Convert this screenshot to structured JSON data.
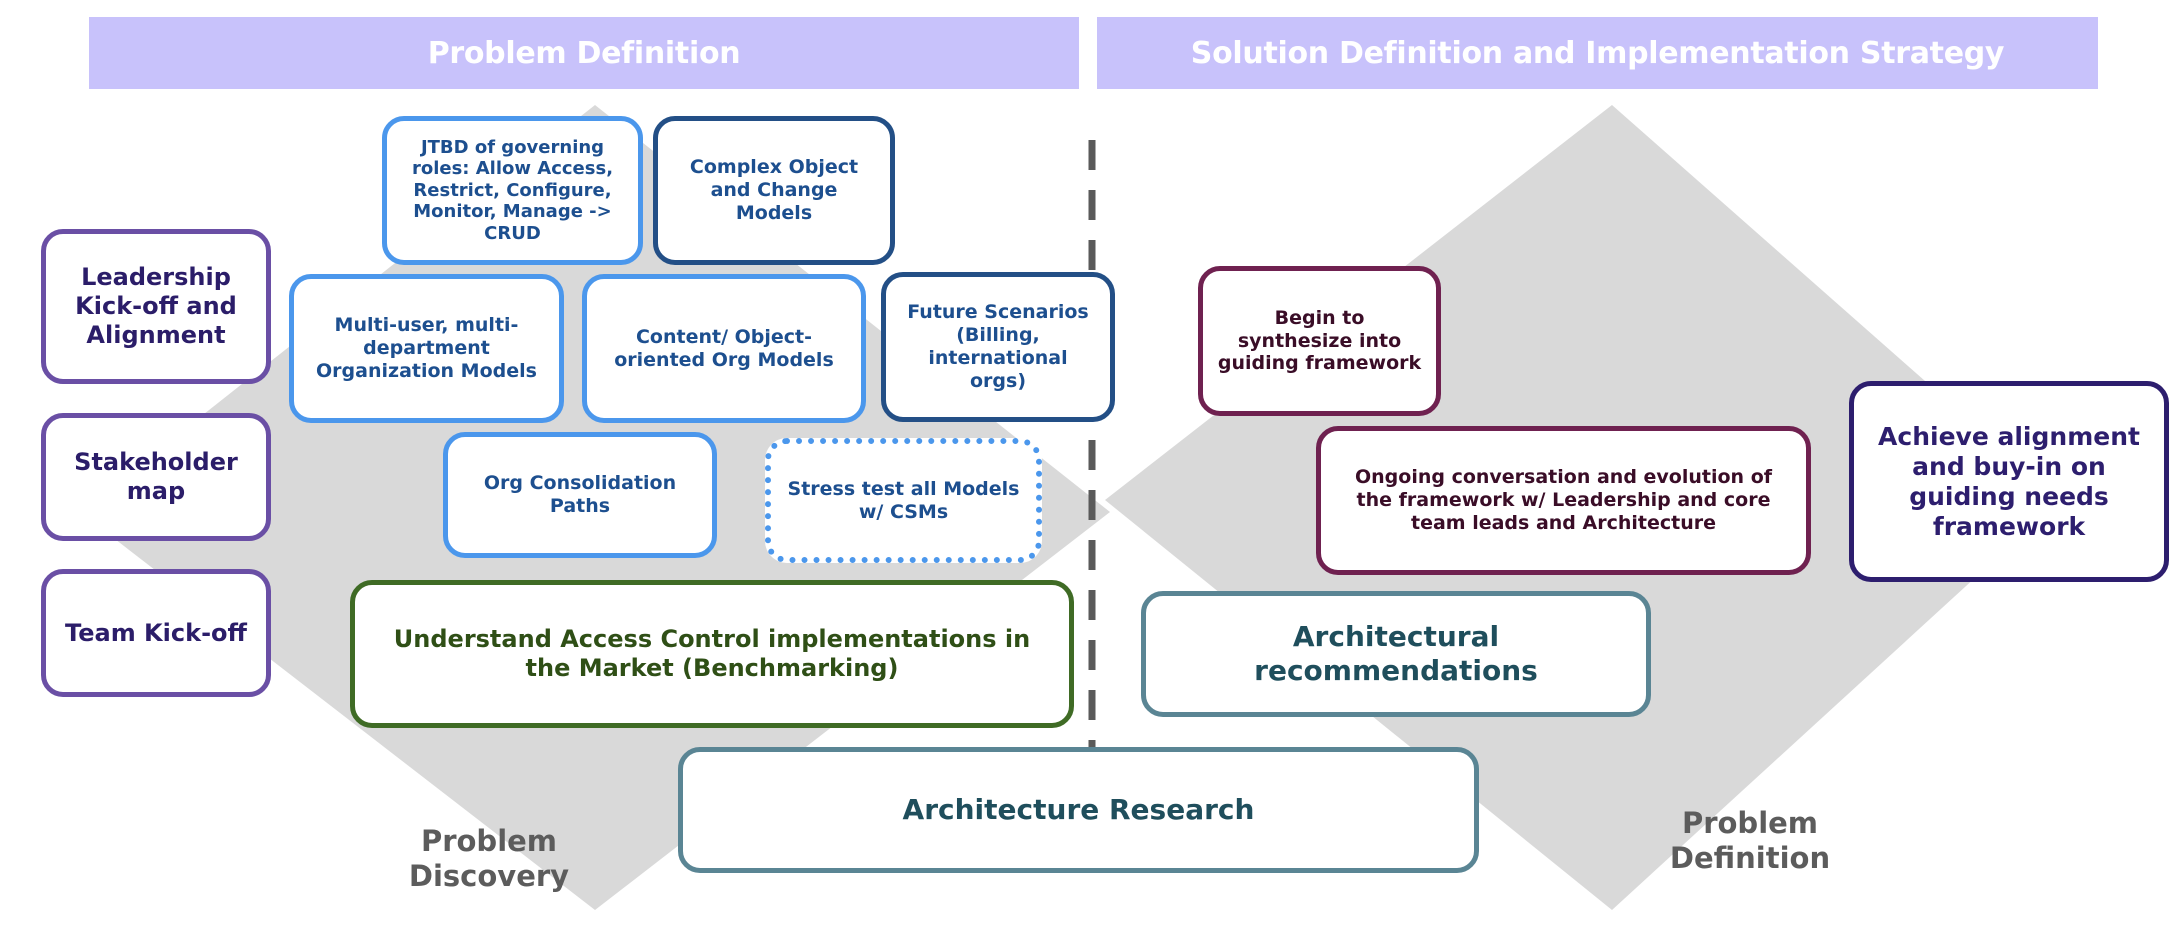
{
  "headers": {
    "left": "Problem Definition",
    "right": "Solution Definition and Implementation Strategy"
  },
  "left_column": {
    "leadership": "Leadership Kick-off and Alignment",
    "stakeholder": "Stakeholder map",
    "team": "Team Kick-off"
  },
  "discovery": {
    "jtbd": "JTBD of governing roles: Allow Access, Restrict, Configure, Monitor, Manage -> CRUD",
    "complex_object": "Complex Object and Change Models",
    "multi_user": "Multi-user, multi-department Organization Models",
    "content_object": "Content/ Object-oriented Org Models",
    "future_scenarios": "Future Scenarios (Billing, international orgs)",
    "org_consolidation": "Org Consolidation Paths",
    "stress_test": "Stress test all Models w/ CSMs",
    "benchmarking": "Understand Access Control implementations in the Market (Benchmarking)"
  },
  "architecture_research": "Architecture Research",
  "solution": {
    "synthesize": "Begin to synthesize into guiding framework",
    "ongoing": "Ongoing conversation and evolution of the framework  w/ Leadership and core team leads and Architecture",
    "arch_recommendations": "Architectural recommendations",
    "alignment": "Achieve alignment and buy-in  on guiding needs framework"
  },
  "labels": {
    "problem_discovery": "Problem\nDiscovery",
    "problem_definition": "Problem\nDefinition"
  },
  "colors": {
    "header_bg": "#c8c2fb",
    "diamond": "#d9d9d9",
    "divider": "#5a5a5a"
  }
}
